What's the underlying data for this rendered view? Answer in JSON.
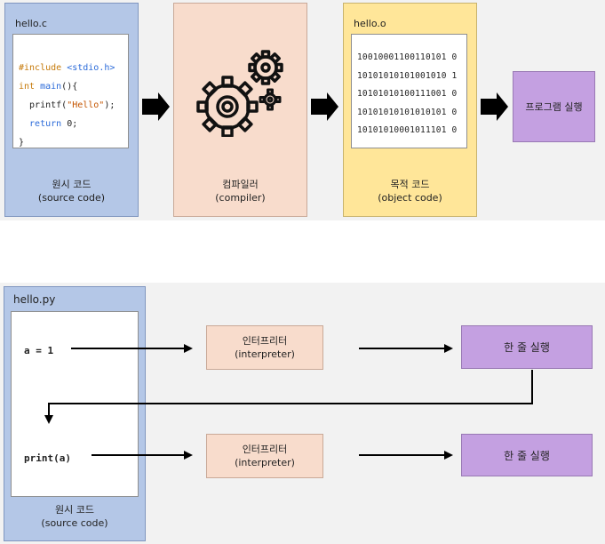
{
  "compile_flow": {
    "source_file": "hello.c",
    "source_code": {
      "line1": {
        "directive": "#include",
        "header": " <stdio.h>"
      },
      "line2": {
        "type": "int",
        "func": " main",
        "rest": "(){"
      },
      "line3": {
        "pre": "  printf(",
        "str": "\"Hello\"",
        "post": ");"
      },
      "line4": {
        "kw": "  return",
        "rest": " 0;"
      },
      "line5": "}"
    },
    "source_caption": [
      "원시 코드",
      "(source code)"
    ],
    "compiler_caption": [
      "컴파일러",
      "(compiler)"
    ],
    "object_file": "hello.o",
    "object_code": [
      "10010001100110101 0",
      "10101010101001010 1",
      "10101010100111001 0",
      "10101010101010101 0",
      "10101010001011101 0"
    ],
    "object_caption": [
      "목적 코드",
      "(object code)"
    ],
    "run_label": "프로그램 실행"
  },
  "interpret_flow": {
    "source_file": "hello.py",
    "lines": [
      "a = 1",
      "print(a)"
    ],
    "interpreter_label": [
      "인터프리터",
      "(interpreter)"
    ],
    "run_line_label": "한 줄 실행",
    "source_caption": [
      "원시 코드",
      "(source code)"
    ]
  },
  "colors": {
    "source": "#b4c7e7",
    "compiler": "#f8dccc",
    "object": "#ffe699",
    "run": "#c4a0e1"
  },
  "icons": [
    "gears-icon",
    "arrow-right-icon"
  ]
}
